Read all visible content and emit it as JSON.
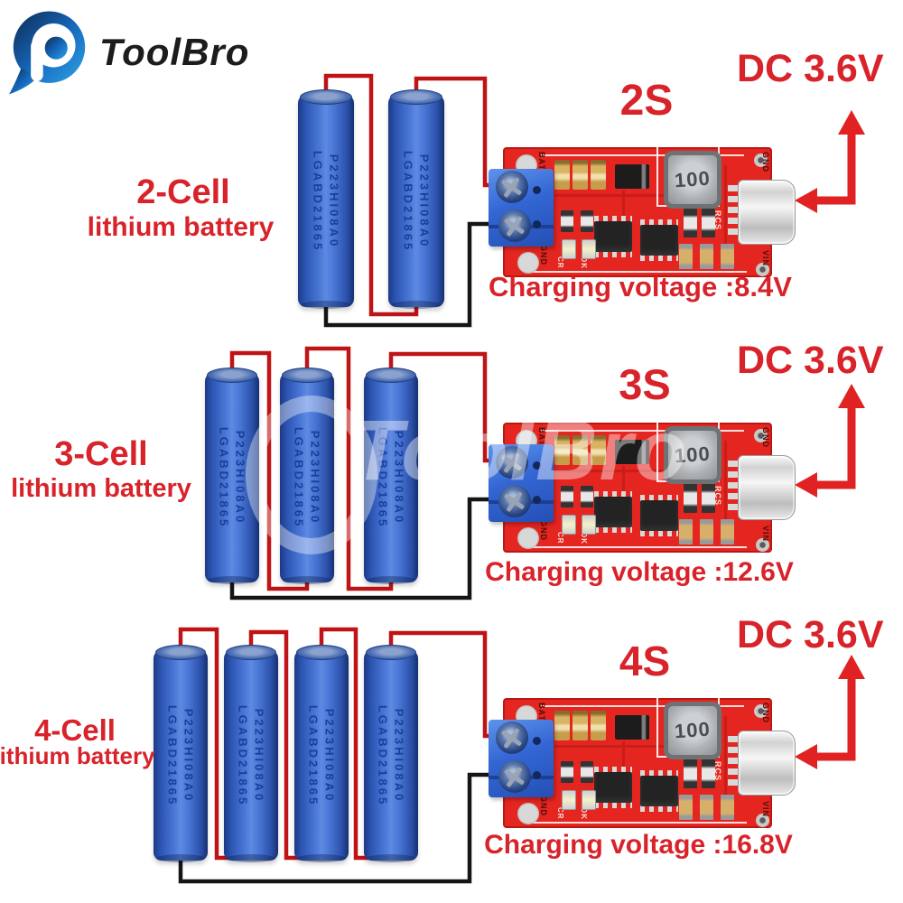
{
  "brand": {
    "name": "ToolBro"
  },
  "watermark": {
    "text": "ToolBro"
  },
  "battery": {
    "code_right": "P223HI08A0",
    "code_left": "LGABD21865"
  },
  "module": {
    "inductor_value": "100",
    "silk": {
      "bat": "BAT",
      "gnd_top": "GND",
      "gnd_bottom": "GND",
      "vin": "VIN",
      "rcs": "RCS",
      "cr": "CR",
      "ok": "OK"
    }
  },
  "sections": [
    {
      "cells": 2,
      "series_label": "2S",
      "group_title": "2-Cell",
      "group_subtitle": "lithium battery",
      "input_label": "DC 3.6V",
      "charging_label": "Charging voltage :8.4V"
    },
    {
      "cells": 3,
      "series_label": "3S",
      "group_title": "3-Cell",
      "group_subtitle": "lithium battery",
      "input_label": "DC 3.6V",
      "charging_label": "Charging voltage :12.6V"
    },
    {
      "cells": 4,
      "series_label": "4S",
      "group_title": "4-Cell",
      "group_subtitle": "lithium battery",
      "input_label": "DC 3.6V",
      "charging_label": "Charging voltage :16.8V"
    }
  ],
  "colors": {
    "accent_red": "#d8232a",
    "pcb_red": "#e52520",
    "wire_red": "#c01315",
    "wire_black": "#151515",
    "arrow_red": "#e02222",
    "battery_blue": "#3a66c8",
    "terminal_blue": "#3366d4"
  }
}
